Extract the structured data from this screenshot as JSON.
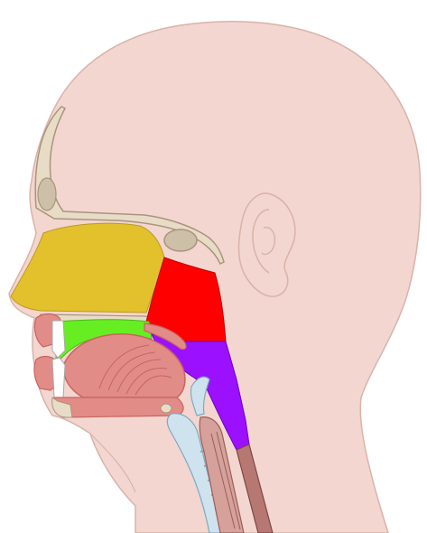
{
  "diagram": {
    "subject": "head-and-neck-sagittal-section",
    "labels": [],
    "regions": [
      {
        "name": "nasal-cavity",
        "color": "#E3C12D"
      },
      {
        "name": "nasopharynx",
        "color": "#FF0000"
      },
      {
        "name": "oral-cavity",
        "color": "#66EE22"
      },
      {
        "name": "oropharynx",
        "color": "#9B10FF"
      }
    ],
    "colors": {
      "skin": "#F3D6CF",
      "skin_outline": "#D8B3AA",
      "bone": "#E9DCC6",
      "bone_outline": "#A8957C",
      "tissue": "#E28C88",
      "tissue_dark": "#C8655F",
      "cartilage": "#CFE3EE",
      "airway": "#D6A19B",
      "esophagus": "#B77873"
    }
  }
}
